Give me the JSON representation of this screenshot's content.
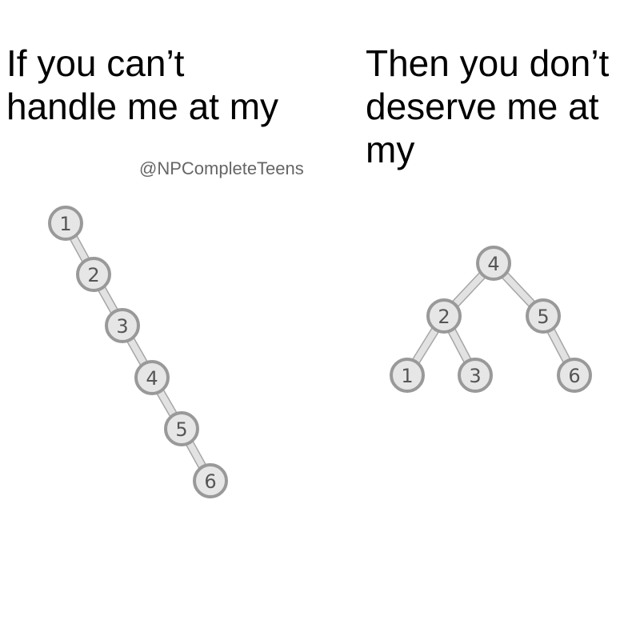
{
  "captions": {
    "left": "If you can’t\nhandle me at my",
    "right": "Then you don’t\ndeserve me at\nmy"
  },
  "watermark": "@NPCompleteTeens",
  "colors": {
    "node_fill": "#e6e6e6",
    "node_stroke": "#999999",
    "edge_fill": "#e2e2e2",
    "edge_stroke": "#a6a6a6",
    "label": "#555555",
    "caption": "#000000",
    "watermark": "#666666"
  },
  "trees": {
    "degenerate": {
      "nodes": [
        {
          "id": "1",
          "label": "1"
        },
        {
          "id": "2",
          "label": "2"
        },
        {
          "id": "3",
          "label": "3"
        },
        {
          "id": "4",
          "label": "4"
        },
        {
          "id": "5",
          "label": "5"
        },
        {
          "id": "6",
          "label": "6"
        }
      ],
      "edges": [
        [
          "1",
          "2"
        ],
        [
          "2",
          "3"
        ],
        [
          "3",
          "4"
        ],
        [
          "4",
          "5"
        ],
        [
          "5",
          "6"
        ]
      ]
    },
    "balanced": {
      "nodes": [
        {
          "id": "4",
          "label": "4"
        },
        {
          "id": "2",
          "label": "2"
        },
        {
          "id": "5",
          "label": "5"
        },
        {
          "id": "1",
          "label": "1"
        },
        {
          "id": "3",
          "label": "3"
        },
        {
          "id": "6",
          "label": "6"
        }
      ],
      "edges": [
        [
          "4",
          "2"
        ],
        [
          "4",
          "5"
        ],
        [
          "2",
          "1"
        ],
        [
          "2",
          "3"
        ],
        [
          "5",
          "6"
        ]
      ]
    }
  }
}
